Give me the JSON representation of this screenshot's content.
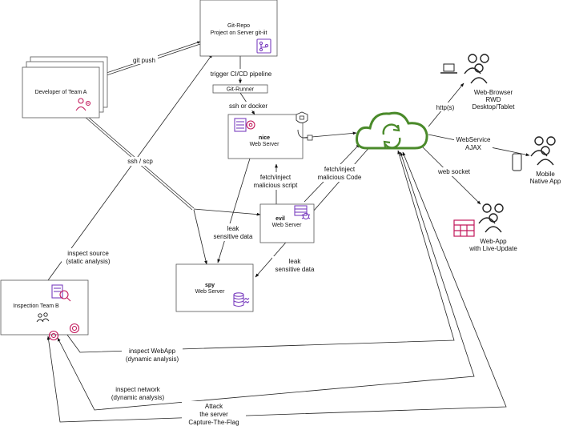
{
  "nodes": {
    "git_repo": {
      "title": "Git-Repo",
      "subtitle": "Project on Server git-iit"
    },
    "git_runner": {
      "label": "Git-Runner"
    },
    "developer": {
      "label": "Developer of Team A"
    },
    "nice": {
      "name": "nice",
      "subtitle": "Web Server"
    },
    "evil": {
      "name": "evil",
      "subtitle": "Web Server"
    },
    "spy": {
      "name": "spy",
      "subtitle": "Web Server"
    },
    "inspection": {
      "label": "Inspection Team B"
    },
    "browser": {
      "l1": "Web-Browser",
      "l2": "RWD",
      "l3": "Desktop/Tablet"
    },
    "mobile": {
      "l1": "Mobile",
      "l2": "Native App"
    },
    "webapp": {
      "l1": "Web-App",
      "l2": "with Live-Update"
    }
  },
  "edges": {
    "git_push": "git push",
    "trigger": "trigger CI/CD pipeline",
    "ssh_docker": "ssh or docker",
    "ssh_scp": "ssh / scp",
    "fetch_script_1": "fetch/inject",
    "fetch_script_2": "malicious script",
    "fetch_code_1": "fetch/inject",
    "fetch_code_2": "malicious Code",
    "leak1_1": "leak",
    "leak1_2": "sensitive data",
    "leak2_1": "leak",
    "leak2_2": "sensitive data",
    "inspect_source_1": "inspect source",
    "inspect_source_2": "(static analysis)",
    "http": "http(s)",
    "webservice_1": "WebService",
    "webservice_2": "AJAX",
    "websocket": "web socket",
    "inspect_webapp_1": "inspect WebApp",
    "inspect_webapp_2": "(dynamic analysis)",
    "inspect_network_1": "inspect network",
    "inspect_network_2": "(dynamic analysis)",
    "attack_1": "Attack",
    "attack_2": "the server",
    "attack_3": "Capture-The-Flag"
  },
  "icons": {
    "cloud": "cloud-sync-icon",
    "repo": "git-branch-icon",
    "developer": "user-gear-icon",
    "inspection_doc": "document-search-icon",
    "inspection_people": "people-icon",
    "target": "target-icon",
    "bug": "bug-icon",
    "database": "database-icon",
    "laptop": "laptop-icon",
    "phone": "phone-icon",
    "webapp": "web-layout-icon"
  },
  "colors": {
    "cloud": "#4a8a2a",
    "purple": "#7b3fbf",
    "magenta": "#c2185b"
  }
}
